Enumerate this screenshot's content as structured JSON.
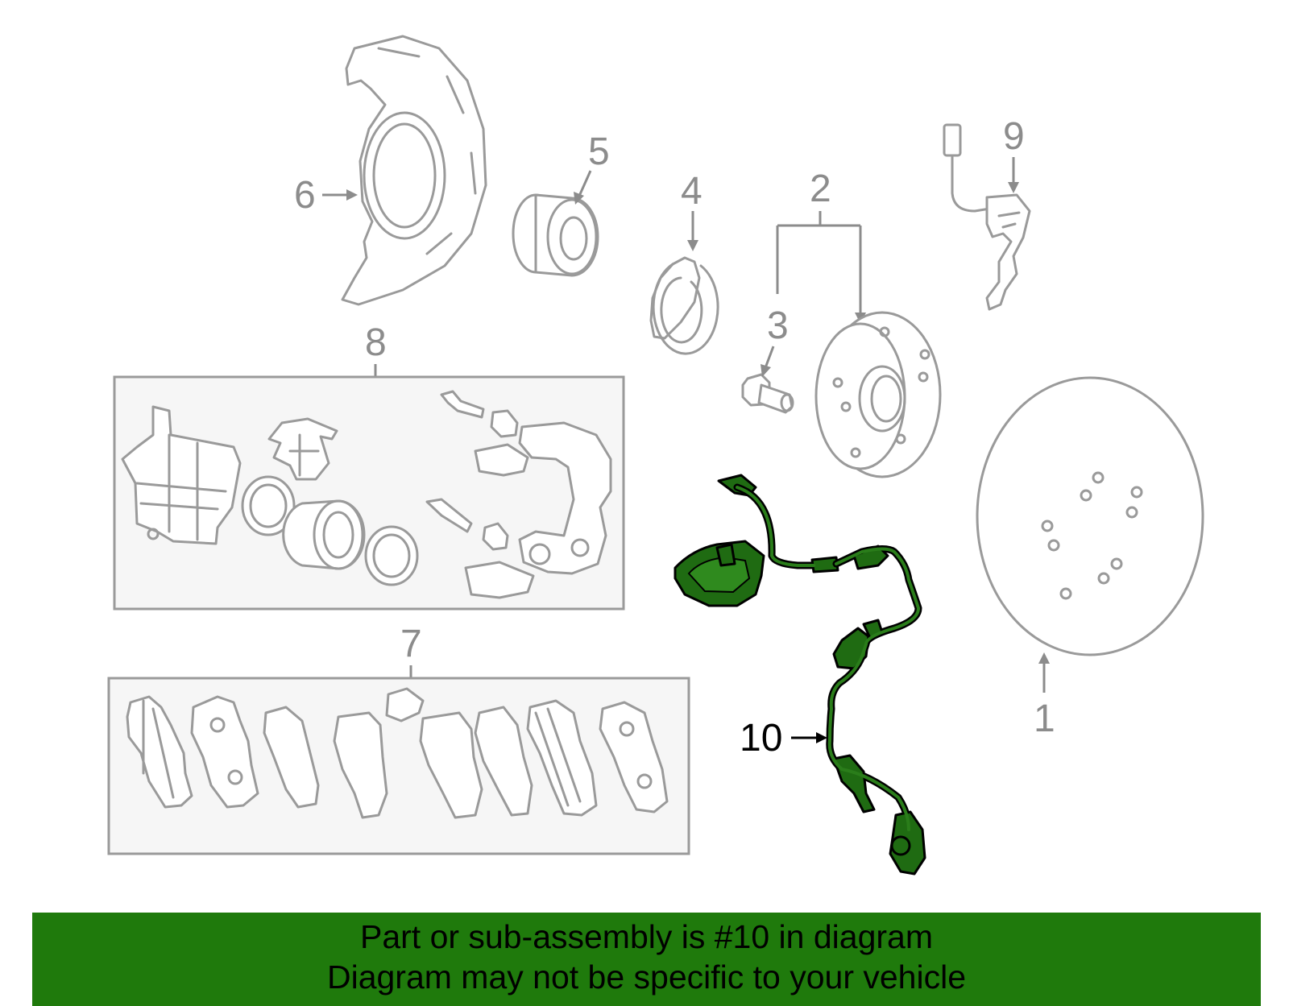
{
  "callouts": {
    "c1": "1",
    "c2": "2",
    "c3": "3",
    "c4": "4",
    "c5": "5",
    "c6": "6",
    "c7": "7",
    "c8": "8",
    "c9": "9",
    "c10": "10"
  },
  "highlight_part": {
    "number": "10",
    "color": "#1f6b12"
  },
  "banner": {
    "line1": "Part or sub-assembly is #10 in diagram",
    "line2": "Diagram may not be specific to your vehicle",
    "background": "#1f7a0c"
  }
}
